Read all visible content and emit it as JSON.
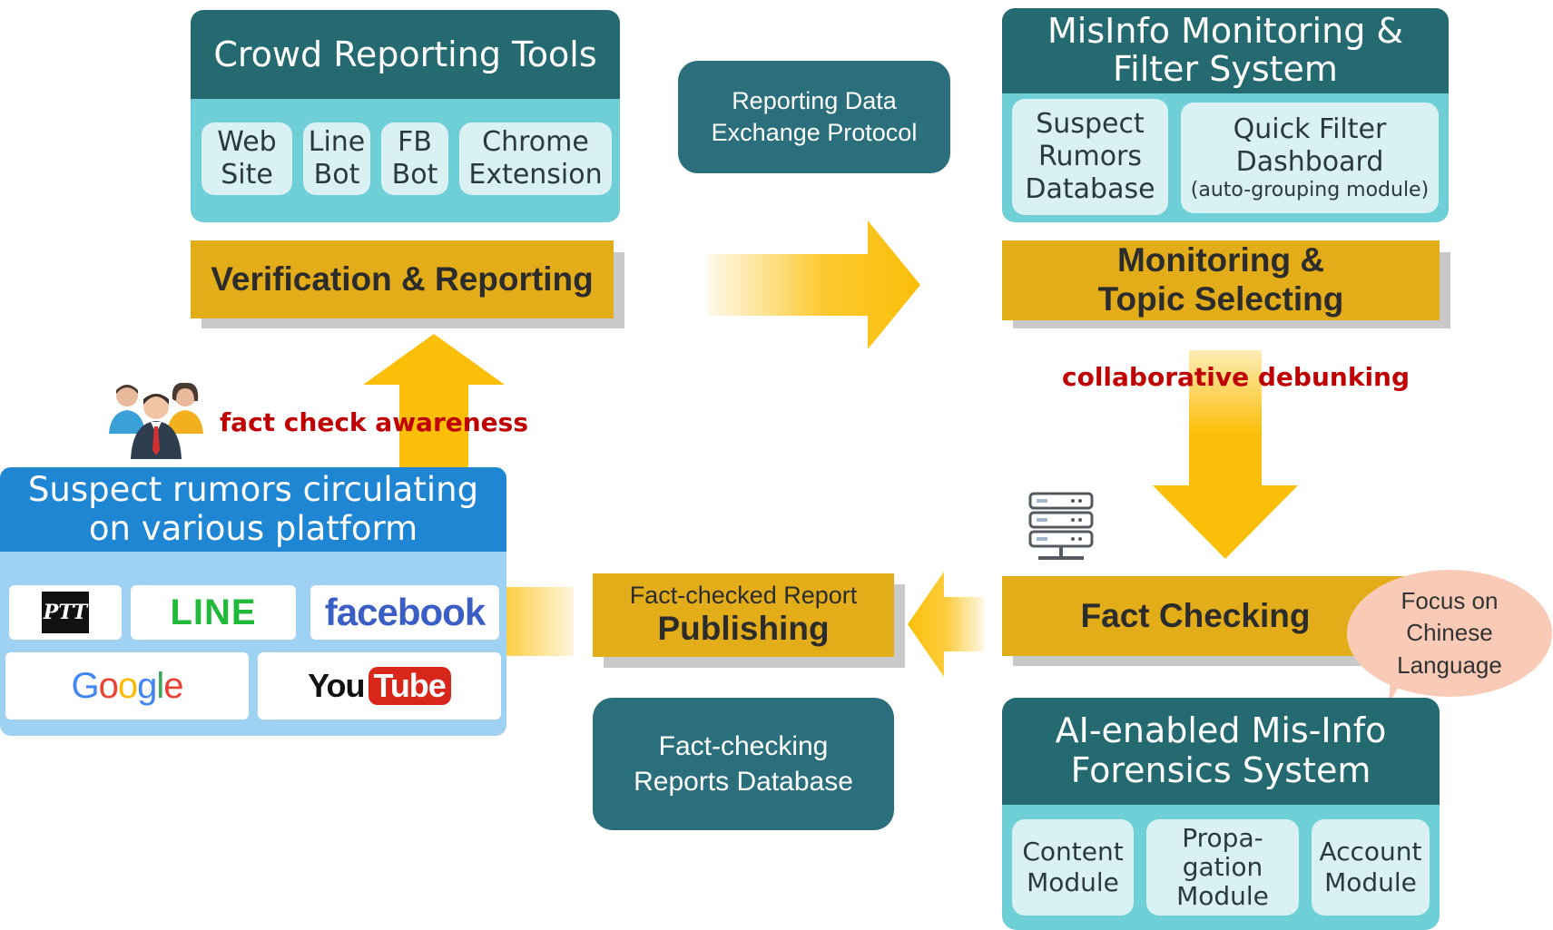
{
  "crowd_tools": {
    "title": "Crowd Reporting Tools",
    "chips": [
      "Web\nSite",
      "Line\nBot",
      "FB\nBot",
      "Chrome\nExtension"
    ]
  },
  "verification": {
    "label": "Verification & Reporting"
  },
  "exchange_protocol": {
    "label": "Reporting Data\nExchange Protocol"
  },
  "misinfo_system": {
    "title": "MisInfo Monitoring &\nFilter System",
    "chip_db": "Suspect\nRumors\nDatabase",
    "chip_dashboard": "Quick Filter\nDashboard",
    "chip_dashboard_sub": "(auto-grouping module)"
  },
  "monitoring": {
    "label": "Monitoring &\nTopic Selecting"
  },
  "collab_label": "collaborative debunking",
  "awareness_label": "fact check awareness",
  "rumors_panel": {
    "title": "Suspect rumors circulating\non various platform",
    "logos": {
      "ptt": "PTT",
      "line": "LINE",
      "facebook": "facebook",
      "google": "Google",
      "youtube_you": "You",
      "youtube_tube": "Tube"
    }
  },
  "publishing": {
    "top": "Fact-checked Report",
    "main": "Publishing"
  },
  "fact_checking": {
    "label": "Fact Checking"
  },
  "focus_bubble": {
    "label": "Focus on\nChinese\nLanguage"
  },
  "reports_db": {
    "label": "Fact-checking\nReports  Database"
  },
  "forensics": {
    "title": "AI-enabled Mis-Info\nForensics System",
    "modules": [
      "Content\nModule",
      "Propa-\ngation\nModule",
      "Account\nModule"
    ]
  },
  "colors": {
    "teal_dark": "#246a70",
    "teal_light": "#6fcfd7",
    "gold": "#e3ad1a",
    "arrow": "#fbbf0a",
    "red": "#c00000",
    "blue": "#1f86d4"
  }
}
